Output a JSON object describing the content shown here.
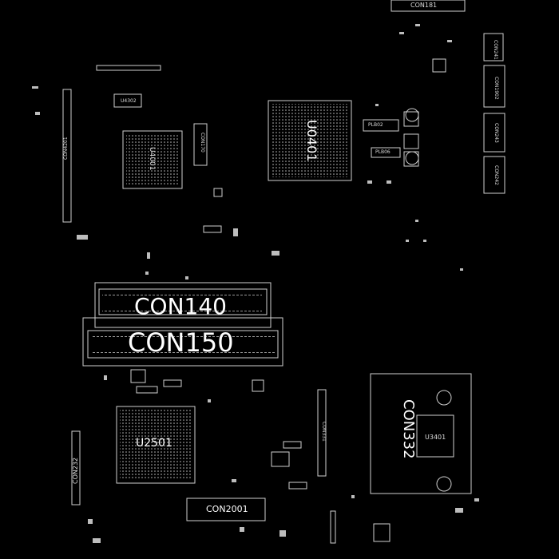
{
  "board": {
    "background": "#000000",
    "outline_color": "#cfcfcf",
    "labels": {
      "con140": "CON140",
      "con150": "CON150",
      "u2501": "U2501",
      "con332": "CON332",
      "con2001": "CON2001",
      "u0401": "U0401",
      "u4001": "U4001",
      "u4302": "U4302",
      "u3401": "U3401",
      "con232": "CON232",
      "con181": "CON181",
      "con331": "CON331",
      "con4201": "CON4201",
      "con1902": "CON1902",
      "con243": "CON243",
      "con242": "CON242",
      "con241": "CON241",
      "con170": "CON170",
      "plb02": "PLB02",
      "plb06": "PLB06"
    }
  }
}
